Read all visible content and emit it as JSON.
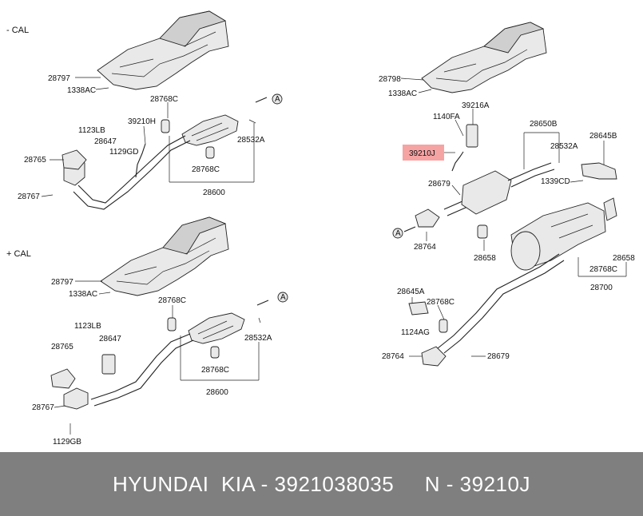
{
  "sections": {
    "top": "- CAL",
    "bottom": "+ CAL"
  },
  "callout": "A",
  "highlight_color": "#f6a3a3",
  "parts": {
    "p28797": "28797",
    "p1338AC": "1338AC",
    "p28768C": "28768C",
    "p39210H": "39210H",
    "p28532A": "28532A",
    "p1123LB": "1123LB",
    "p28647": "28647",
    "p1129GD": "1129GD",
    "p28765": "28765",
    "p28767": "28767",
    "p28600": "28600",
    "p1129GB": "1129GB",
    "p28798": "28798",
    "p39216A": "39216A",
    "p1140FA": "1140FA",
    "p39210J": "39210J",
    "p28650B": "28650B",
    "p28645B": "28645B",
    "p28679": "28679",
    "p1339CD": "1339CD",
    "p28764": "28764",
    "p28658": "28658",
    "p28700": "28700",
    "p28645A": "28645A",
    "p1124AG": "1124AG"
  },
  "footer": {
    "brand": "HYUNDAI  KIA - 3921038035",
    "number": "N - 39210J"
  }
}
